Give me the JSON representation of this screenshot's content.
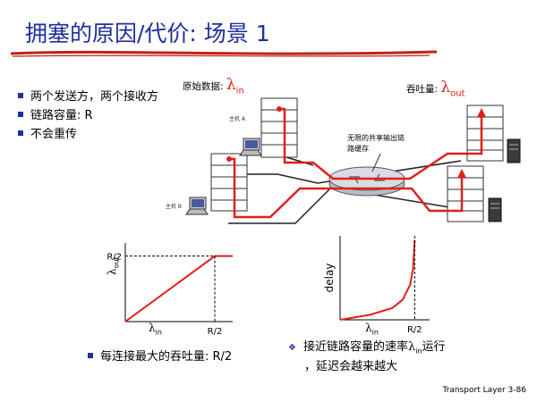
{
  "title": "拥塞的原因/代价: 场景 1",
  "bullets": [
    "两个发送方，两个接收方",
    "链路容量: R",
    "不会重传"
  ],
  "labels": {
    "original_data": "原始数据:",
    "throughput": "吞吐量:",
    "lambda": "λ",
    "lambda_in_sub": "in",
    "lambda_out_sub": "out",
    "host_a": "主机 A",
    "host_b": "主机 B",
    "buffer_note_1": "无限的共享输出链",
    "buffer_note_2": "路缓存"
  },
  "chart_data": [
    {
      "type": "line",
      "x": [
        0,
        0.5,
        0.6
      ],
      "y": [
        0,
        0.5,
        0.5
      ],
      "xlabel": "λin",
      "ylabel": "λout",
      "x_ticks": [
        "R/2"
      ],
      "y_ticks": [
        "R/2"
      ],
      "xlim": [
        0,
        0.6
      ],
      "ylim": [
        0,
        0.6
      ]
    },
    {
      "type": "line",
      "x": [
        0,
        0.2,
        0.35,
        0.42,
        0.47,
        0.49,
        0.5
      ],
      "y": [
        0,
        0.06,
        0.14,
        0.24,
        0.42,
        0.62,
        0.95
      ],
      "xlabel": "λin",
      "ylabel": "delay",
      "x_ticks": [
        "R/2"
      ],
      "xlim": [
        0,
        0.6
      ],
      "ylim": [
        0,
        1
      ]
    }
  ],
  "captions": {
    "left": "每连接最大的吞吐量: R/2",
    "right_1": "接近链路容量的速率",
    "right_lambda": "λ",
    "right_sub": "in",
    "right_2": "运行",
    "right_3": "，延迟会越来越大"
  },
  "footer": "Transport Layer 3-86",
  "colors": {
    "title": "#1f2f9c",
    "accent": "#e0201a",
    "bullet": "#1f2f9c",
    "underline": "#c0201a"
  }
}
